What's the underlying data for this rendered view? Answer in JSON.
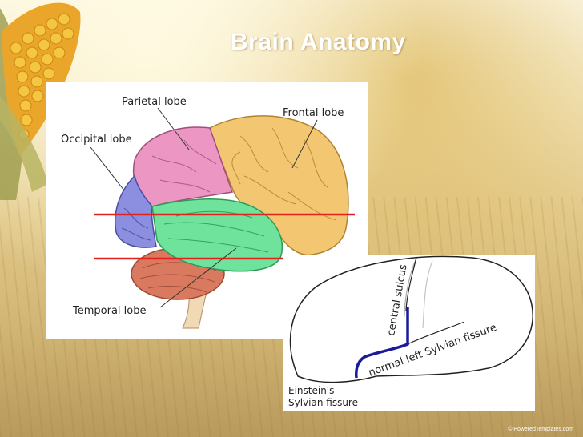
{
  "slide": {
    "title": "Brain Anatomy",
    "copyright": "© PoweredTemplates.com"
  },
  "lobe_diagram": {
    "labels": {
      "parietal": "Parietal lobe",
      "frontal": "Frontal lobe",
      "occipital": "Occipital lobe",
      "temporal": "Temporal lobe"
    },
    "colors": {
      "frontal": "#f3c772",
      "parietal": "#ec97c3",
      "occipital": "#8c8fe0",
      "temporal": "#6fe29c",
      "cerebellum": "#d9795f",
      "guide_lines": "#e3211c"
    }
  },
  "fissure_diagram": {
    "central_sulcus": "central sulcus",
    "sylvian_fissure": "normal left Sylvian fissure",
    "einstein_line1": "Einstein's",
    "einstein_line2": "Sylvian fissure",
    "highlight_color": "#1a1a9a"
  }
}
